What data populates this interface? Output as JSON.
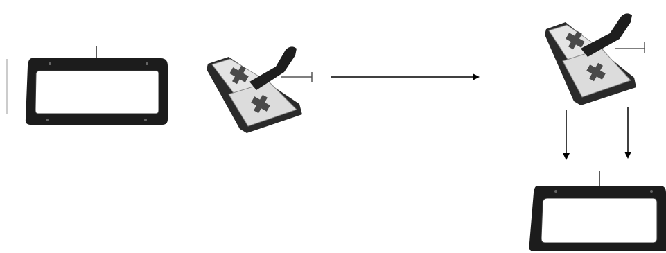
{
  "diagram": {
    "components": [
      {
        "id": "frame-left",
        "kind": "frame"
      },
      {
        "id": "tray-left",
        "kind": "tray"
      },
      {
        "id": "tray-right",
        "kind": "tray"
      },
      {
        "id": "frame-bottom",
        "kind": "frame"
      }
    ],
    "arrows": [
      {
        "from": "tray-left",
        "to": "tray-right",
        "direction": "right"
      },
      {
        "from": "tray-right",
        "to": "frame-bottom",
        "direction": "down"
      },
      {
        "from": "tray-right",
        "to": "frame-bottom",
        "direction": "down"
      }
    ]
  },
  "colors": {
    "frame_dark": "#1c1c1c",
    "frame_inner_edge": "#3a3a3a",
    "tray_base": "#2a2a2a",
    "pad_light": "#e4e4e4",
    "pad_mid": "#c9c9c9",
    "cross_dark": "#4a4a4a",
    "arrow": "#000000",
    "background": "#ffffff"
  }
}
